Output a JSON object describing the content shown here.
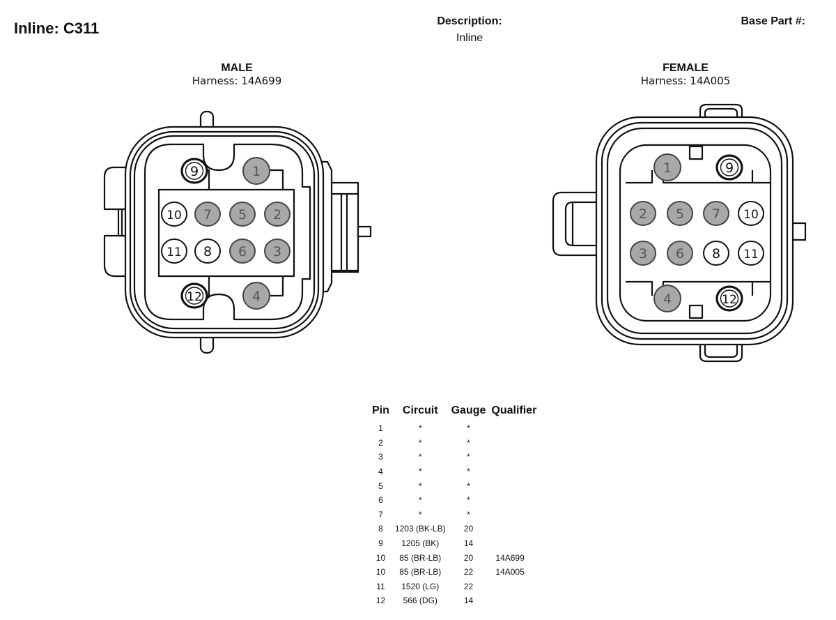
{
  "header": {
    "title": "Inline: C311",
    "description_label": "Description:",
    "description_value": "Inline",
    "base_part_label": "Base Part #:"
  },
  "male": {
    "gender": "MALE",
    "harness": "Harness: 14A699",
    "pins": [
      {
        "n": "1",
        "fill": "gray"
      },
      {
        "n": "2",
        "fill": "gray"
      },
      {
        "n": "3",
        "fill": "gray"
      },
      {
        "n": "4",
        "fill": "gray"
      },
      {
        "n": "5",
        "fill": "gray"
      },
      {
        "n": "6",
        "fill": "gray"
      },
      {
        "n": "7",
        "fill": "gray"
      },
      {
        "n": "8",
        "fill": "white"
      },
      {
        "n": "9",
        "fill": "white"
      },
      {
        "n": "10",
        "fill": "white"
      },
      {
        "n": "11",
        "fill": "white"
      },
      {
        "n": "12",
        "fill": "white"
      }
    ]
  },
  "female": {
    "gender": "FEMALE",
    "harness": "Harness: 14A005",
    "pins": [
      {
        "n": "1",
        "fill": "gray"
      },
      {
        "n": "2",
        "fill": "gray"
      },
      {
        "n": "3",
        "fill": "gray"
      },
      {
        "n": "4",
        "fill": "gray"
      },
      {
        "n": "5",
        "fill": "gray"
      },
      {
        "n": "6",
        "fill": "gray"
      },
      {
        "n": "7",
        "fill": "gray"
      },
      {
        "n": "8",
        "fill": "white"
      },
      {
        "n": "9",
        "fill": "white"
      },
      {
        "n": "10",
        "fill": "white"
      },
      {
        "n": "11",
        "fill": "white"
      },
      {
        "n": "12",
        "fill": "white"
      }
    ]
  },
  "colors": {
    "filled_pin": "#a8a8a8",
    "empty_pin": "#ffffff",
    "line": "#111111"
  },
  "table": {
    "headers": [
      "Pin",
      "Circuit",
      "Gauge",
      "Qualifier"
    ],
    "rows": [
      [
        "1",
        "*",
        "*",
        ""
      ],
      [
        "2",
        "*",
        "*",
        ""
      ],
      [
        "3",
        "*",
        "*",
        ""
      ],
      [
        "4",
        "*",
        "*",
        ""
      ],
      [
        "5",
        "*",
        "*",
        ""
      ],
      [
        "6",
        "*",
        "*",
        ""
      ],
      [
        "7",
        "*",
        "*",
        ""
      ],
      [
        "8",
        "1203 (BK-LB)",
        "20",
        ""
      ],
      [
        "9",
        "1205 (BK)",
        "14",
        ""
      ],
      [
        "10",
        "85 (BR-LB)",
        "20",
        "14A699"
      ],
      [
        "10",
        "85 (BR-LB)",
        "22",
        "14A005"
      ],
      [
        "11",
        "1520 (LG)",
        "22",
        ""
      ],
      [
        "12",
        "566 (DG)",
        "14",
        ""
      ]
    ]
  }
}
